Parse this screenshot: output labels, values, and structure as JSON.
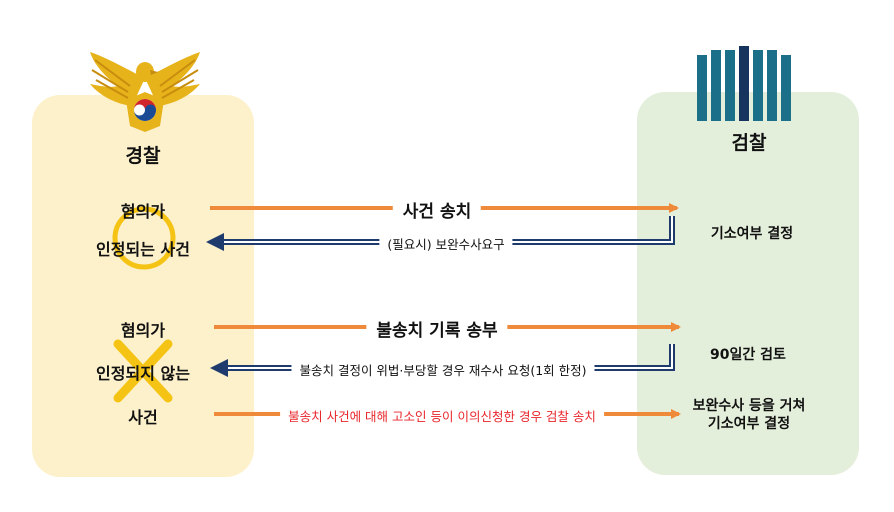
{
  "police": {
    "title": "경찰",
    "case1_line1": "혐의가",
    "case1_line2": "인정되는 사건",
    "case2_line1": "혐의가",
    "case2_line2": "인정되지 않는",
    "case2_line3": "사건"
  },
  "prosecution": {
    "title": "검찰",
    "decision1": "기소여부 결정",
    "decision2": "90일간 검토",
    "decision3_line1": "보완수사 등을 거쳐",
    "decision3_line2": "기소여부 결정"
  },
  "flows": {
    "forward1": "사건 송치",
    "back1": "(필요시) 보완수사요구",
    "forward2": "불송치 기록 송부",
    "back2": "불송치 결정이 위법·부당할 경우 재수사 요청(1회 한정)",
    "forward3": "불송치 사건에 대해 고소인 등이 이의신청한 경우 검찰 송치"
  },
  "colors": {
    "police_panel": "#fdf1cc",
    "prosecution_panel": "#e3eedb",
    "forward_arrow": "#ef8a3a",
    "return_arrow": "#1f3b6e",
    "highlight_red": "#e8262b",
    "mark_yellow": "#f4c314",
    "emblem_gold": "#e7b31b",
    "emblem_bars": "#1b6f88"
  },
  "icons": {
    "police_emblem": "eagle-emblem-icon",
    "prosecution_emblem": "vertical-bars-emblem-icon",
    "approved_mark": "circle-o-icon",
    "rejected_mark": "x-mark-icon"
  }
}
